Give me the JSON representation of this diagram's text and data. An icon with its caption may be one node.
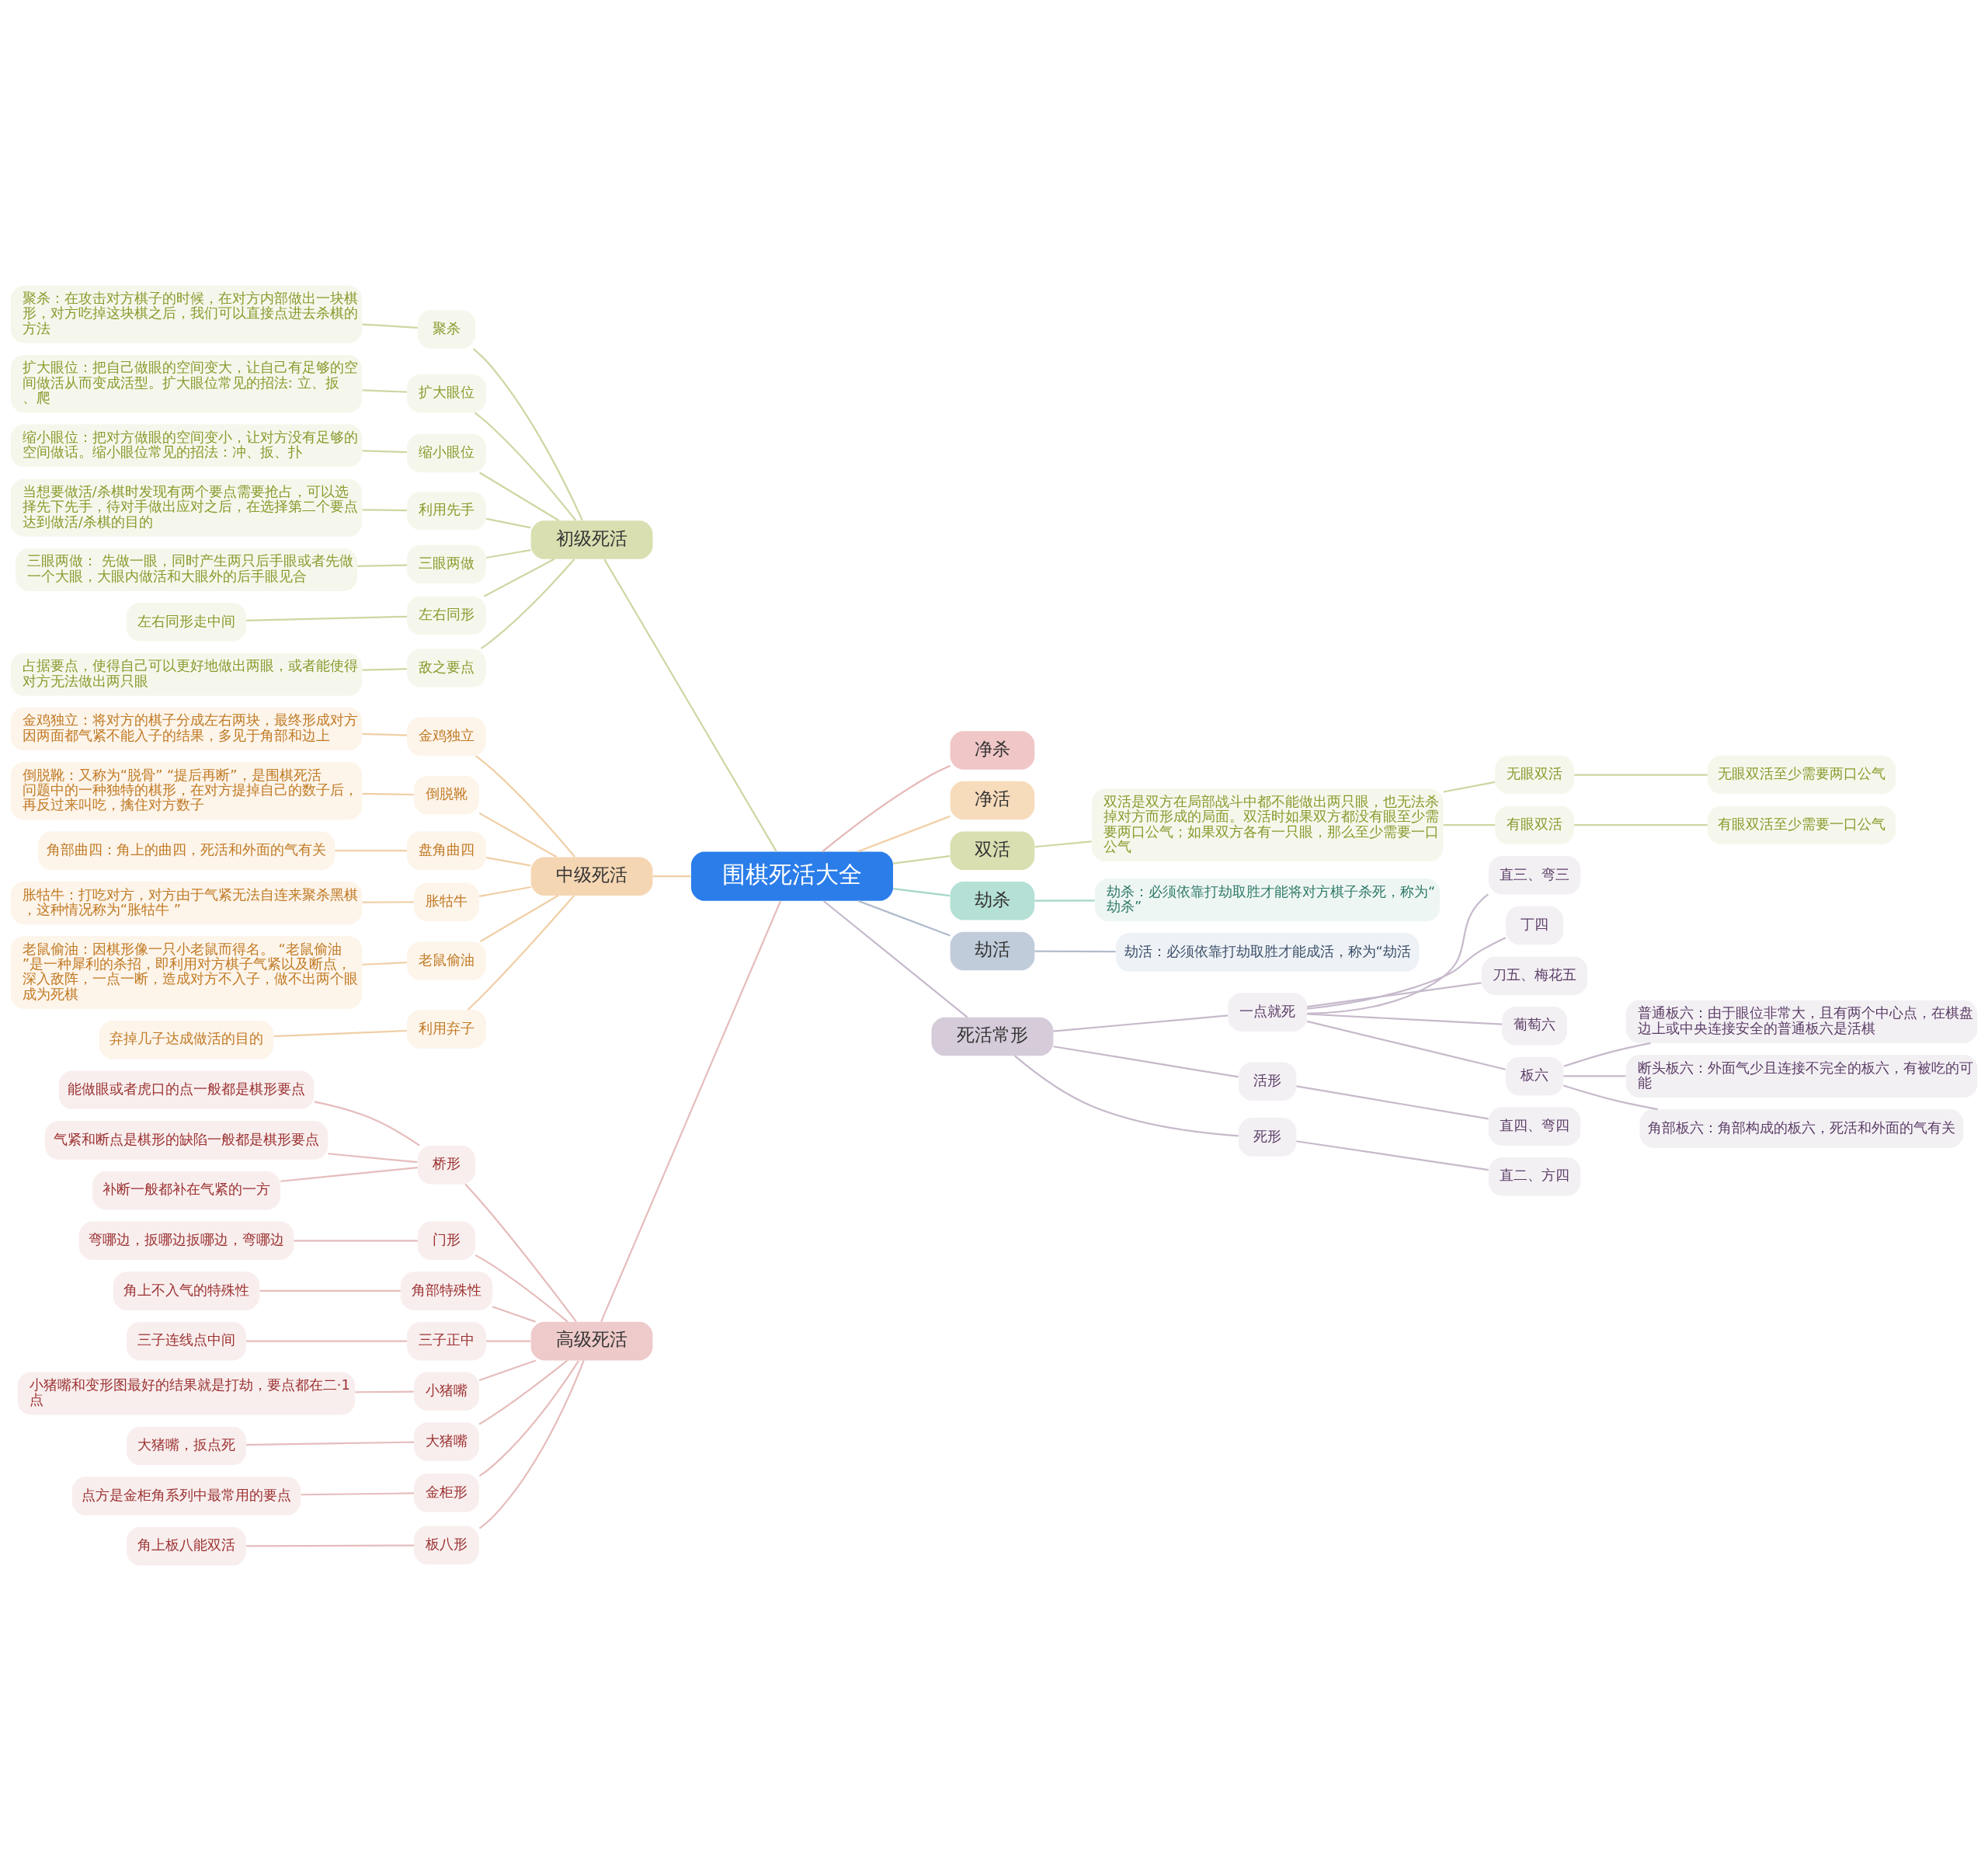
{
  "diagram": {
    "nodes": [
      {
        "text": [
          "围棋死活大全"
        ]
      },
      {
        "text": [
          "初级死活"
        ]
      },
      {
        "text": [
          "聚杀"
        ]
      },
      {
        "text": [
          "聚杀：在攻击对方棋子的时候，在对方内部做出一块棋形，对方吃掉这块棋之后，我们可以直接点进去杀棋的方法"
        ]
      },
      {
        "text": [
          "扩大眼位"
        ]
      },
      {
        "text": [
          "扩大眼位：把自己做眼的空间变大，让自己有足够的空间做活从而变成活型。扩大眼位常见的招法: 立、扳、爬"
        ]
      },
      {
        "text": [
          "缩小眼位"
        ]
      },
      {
        "text": [
          "缩小眼位：把对方做眼的空间变小，让对方没有足够的空间做话。缩小眼位常见的招法：冲、扳、扑"
        ]
      },
      {
        "text": [
          "利用先手"
        ]
      },
      {
        "text": [
          "当想要做活/杀棋时发现有两个要点需要抢占，可以选择先下先手，待对手做出应对之后，在选择第二个要点达到做活/杀棋的目的"
        ]
      },
      {
        "text": [
          "三眼两做"
        ]
      },
      {
        "text": [
          "三眼两做： 先做一眼，同时产生两只后手眼或者先做一个大眼，大眼内做活和大眼外的后手眼见合"
        ]
      },
      {
        "text": [
          "左右同形"
        ]
      },
      {
        "text": [
          "左右同形走中间"
        ]
      },
      {
        "text": [
          "敌之要点"
        ]
      },
      {
        "text": [
          "占据要点，使得自己可以更好地做出两眼，或者能使得对方无法做出两只眼"
        ]
      },
      {
        "text": [
          "中级死活"
        ]
      },
      {
        "text": [
          "金鸡独立"
        ]
      },
      {
        "text": [
          "金鸡独立：将对方的棋子分成左右两块，最终形成对方因两面都气紧不能入子的结果，多见于角部和边上"
        ]
      },
      {
        "text": [
          "倒脱靴"
        ]
      },
      {
        "text": [
          "倒脱靴：又称为“脱骨” “提后再断”，是围棋死活问题中的一种独特的棋形，在对方提掉自己的数子后，再反过来叫吃，擒住对方数子"
        ]
      },
      {
        "text": [
          "盘角曲四"
        ]
      },
      {
        "text": [
          "角部曲四：角上的曲四，死活和外面的气有关"
        ]
      },
      {
        "text": [
          "胀牯牛"
        ]
      },
      {
        "text": [
          "胀牯牛：打吃对方，对方由于气紧无法自连来聚杀黑棋，这种情况称为“胀牯牛 ”"
        ]
      },
      {
        "text": [
          "老鼠偷油"
        ]
      },
      {
        "text": [
          "老鼠偷油：因棋形像一只小老鼠而得名。 “老鼠偷油”是一种犀利的杀招，即利用对方棋子气紧以及断点，深入敌阵，一点一断，造成对方不入子，做不出两个眼成为死棋"
        ]
      },
      {
        "text": [
          "利用弃子"
        ]
      },
      {
        "text": [
          "弃掉几子达成做活的目的"
        ]
      },
      {
        "text": [
          "高级死活"
        ]
      },
      {
        "text": [
          "桥形"
        ]
      },
      {
        "text": [
          "能做眼或者虎口的点一般都是棋形要点"
        ]
      },
      {
        "text": [
          "气紧和断点是棋形的缺陷一般都是棋形要点"
        ]
      },
      {
        "text": [
          "补断一般都补在气紧的一方"
        ]
      },
      {
        "text": [
          "门形"
        ]
      },
      {
        "text": [
          "弯哪边，扳哪边扳哪边，弯哪边"
        ]
      },
      {
        "text": [
          "角部特殊性"
        ]
      },
      {
        "text": [
          "角上不入气的特殊性"
        ]
      },
      {
        "text": [
          "三子正中"
        ]
      },
      {
        "text": [
          "三子连线点中间"
        ]
      },
      {
        "text": [
          "小猪嘴"
        ]
      },
      {
        "text": [
          "小猪嘴和变形图最好的结果就是打劫，要点都在二·1点"
        ]
      },
      {
        "text": [
          "大猪嘴"
        ]
      },
      {
        "text": [
          "大猪嘴，扳点死"
        ]
      },
      {
        "text": [
          "金柜形"
        ]
      },
      {
        "text": [
          "点方是金柜角系列中最常用的要点"
        ]
      },
      {
        "text": [
          "板八形"
        ]
      },
      {
        "text": [
          "角上板八能双活"
        ]
      },
      {
        "text": [
          "净杀"
        ]
      },
      {
        "text": [
          "净活"
        ]
      },
      {
        "text": [
          "双活"
        ]
      },
      {
        "text": [
          "双活是双方在局部战斗中都不能做出两只眼，也无法杀掉对方而形成的局面。双活时如果双方都没有眼至少需要两口公气；如果双方各有一只眼，那么至少需要一口公气"
        ]
      },
      {
        "text": [
          "无眼双活"
        ]
      },
      {
        "text": [
          "无眼双活至少需要两口公气"
        ]
      },
      {
        "text": [
          "有眼双活"
        ]
      },
      {
        "text": [
          "有眼双活至少需要一口公气"
        ]
      },
      {
        "text": [
          "劫杀"
        ]
      },
      {
        "text": [
          "劫杀：必须依靠打劫取胜才能将对方棋子杀死，称为“劫杀”"
        ]
      },
      {
        "text": [
          "劫活"
        ]
      },
      {
        "text": [
          "劫活：必须依靠打劫取胜才能成活，称为“劫活"
        ]
      },
      {
        "text": [
          "死活常形"
        ]
      },
      {
        "text": [
          "一点就死"
        ]
      },
      {
        "text": [
          "直三、弯三"
        ]
      },
      {
        "text": [
          "丁四"
        ]
      },
      {
        "text": [
          "刀五、梅花五"
        ]
      },
      {
        "text": [
          "葡萄六"
        ]
      },
      {
        "text": [
          "板六"
        ]
      },
      {
        "text": [
          "普通板六：由于眼位非常大，且有两个中心点，在棋盘边上或中央连接安全的普通板六是活棋"
        ]
      },
      {
        "text": [
          "断头板六：外面气少且连接不完全的板六，有被吃的可能"
        ]
      },
      {
        "text": [
          "角部板六：角部构成的板六，死活和外面的气有关"
        ]
      },
      {
        "text": [
          "活形"
        ]
      },
      {
        "text": [
          "直四、弯四"
        ]
      },
      {
        "text": [
          "死形"
        ]
      },
      {
        "text": [
          "直二、方四"
        ]
      }
    ],
    "edges": [
      {
        "from": 0,
        "to": 1,
        "arrow": "none",
        "color": "#cfd6a3"
      },
      {
        "from": 1,
        "to": 2,
        "arrow": "none",
        "color": "#cfd6a3"
      },
      {
        "from": 2,
        "to": 3,
        "arrow": "none",
        "color": "#cfd6a3"
      },
      {
        "from": 1,
        "to": 4,
        "arrow": "none",
        "color": "#cfd6a3"
      },
      {
        "from": 4,
        "to": 5,
        "arrow": "none",
        "color": "#cfd6a3"
      },
      {
        "from": 1,
        "to": 6,
        "arrow": "none",
        "color": "#cfd6a3"
      },
      {
        "from": 6,
        "to": 7,
        "arrow": "none",
        "color": "#cfd6a3"
      },
      {
        "from": 1,
        "to": 8,
        "arrow": "none",
        "color": "#cfd6a3"
      },
      {
        "from": 8,
        "to": 9,
        "arrow": "none",
        "color": "#cfd6a3"
      },
      {
        "from": 1,
        "to": 10,
        "arrow": "none",
        "color": "#cfd6a3"
      },
      {
        "from": 10,
        "to": 11,
        "arrow": "none",
        "color": "#cfd6a3"
      },
      {
        "from": 1,
        "to": 12,
        "arrow": "none",
        "color": "#cfd6a3"
      },
      {
        "from": 12,
        "to": 13,
        "arrow": "none",
        "color": "#cfd6a3"
      },
      {
        "from": 1,
        "to": 14,
        "arrow": "none",
        "color": "#cfd6a3"
      },
      {
        "from": 14,
        "to": 15,
        "arrow": "none",
        "color": "#cfd6a3"
      },
      {
        "from": 0,
        "to": 16,
        "arrow": "none",
        "color": "#f0cfa6"
      },
      {
        "from": 16,
        "to": 17,
        "arrow": "none",
        "color": "#f0cfa6"
      },
      {
        "from": 17,
        "to": 18,
        "arrow": "none",
        "color": "#f0cfa6"
      },
      {
        "from": 16,
        "to": 19,
        "arrow": "none",
        "color": "#f0cfa6"
      },
      {
        "from": 19,
        "to": 20,
        "arrow": "none",
        "color": "#f0cfa6"
      },
      {
        "from": 16,
        "to": 21,
        "arrow": "none",
        "color": "#f0cfa6"
      },
      {
        "from": 21,
        "to": 22,
        "arrow": "none",
        "color": "#f0cfa6"
      },
      {
        "from": 16,
        "to": 23,
        "arrow": "none",
        "color": "#f0cfa6"
      },
      {
        "from": 23,
        "to": 24,
        "arrow": "none",
        "color": "#f0cfa6"
      },
      {
        "from": 16,
        "to": 25,
        "arrow": "none",
        "color": "#f0cfa6"
      },
      {
        "from": 25,
        "to": 26,
        "arrow": "none",
        "color": "#f0cfa6"
      },
      {
        "from": 16,
        "to": 27,
        "arrow": "none",
        "color": "#f0cfa6"
      },
      {
        "from": 27,
        "to": 28,
        "arrow": "none",
        "color": "#f0cfa6"
      },
      {
        "from": 0,
        "to": 29,
        "arrow": "none",
        "color": "#e6bcbc"
      },
      {
        "from": 29,
        "to": 30,
        "arrow": "none",
        "color": "#e6bcbc"
      },
      {
        "from": 30,
        "to": 31,
        "arrow": "none",
        "color": "#e6bcbc"
      },
      {
        "from": 30,
        "to": 32,
        "arrow": "none",
        "color": "#e6bcbc"
      },
      {
        "from": 30,
        "to": 33,
        "arrow": "none",
        "color": "#e6bcbc"
      },
      {
        "from": 29,
        "to": 34,
        "arrow": "none",
        "color": "#e6bcbc"
      },
      {
        "from": 34,
        "to": 35,
        "arrow": "none",
        "color": "#e6bcbc"
      },
      {
        "from": 29,
        "to": 36,
        "arrow": "none",
        "color": "#e6bcbc"
      },
      {
        "from": 36,
        "to": 37,
        "arrow": "none",
        "color": "#e6bcbc"
      },
      {
        "from": 29,
        "to": 38,
        "arrow": "none",
        "color": "#e6bcbc"
      },
      {
        "from": 38,
        "to": 39,
        "arrow": "none",
        "color": "#e6bcbc"
      },
      {
        "from": 29,
        "to": 40,
        "arrow": "none",
        "color": "#e6bcbc"
      },
      {
        "from": 40,
        "to": 41,
        "arrow": "none",
        "color": "#e6bcbc"
      },
      {
        "from": 29,
        "to": 42,
        "arrow": "none",
        "color": "#e6bcbc"
      },
      {
        "from": 42,
        "to": 43,
        "arrow": "none",
        "color": "#e6bcbc"
      },
      {
        "from": 29,
        "to": 44,
        "arrow": "none",
        "color": "#e6bcbc"
      },
      {
        "from": 44,
        "to": 45,
        "arrow": "none",
        "color": "#e6bcbc"
      },
      {
        "from": 29,
        "to": 46,
        "arrow": "none",
        "color": "#e6bcbc"
      },
      {
        "from": 46,
        "to": 47,
        "arrow": "none",
        "color": "#e6bcbc"
      },
      {
        "from": 0,
        "to": 48,
        "arrow": "none",
        "color": "#e6b8b8"
      },
      {
        "from": 0,
        "to": 49,
        "arrow": "none",
        "color": "#f2d0a8"
      },
      {
        "from": 0,
        "to": 50,
        "arrow": "none",
        "color": "#cfd6a3"
      },
      {
        "from": 50,
        "to": 51,
        "arrow": "none",
        "color": "#cfd6a3"
      },
      {
        "from": 51,
        "to": 52,
        "arrow": "none",
        "color": "#cfd6a3"
      },
      {
        "from": 52,
        "to": 53,
        "arrow": "none",
        "color": "#cfd6a3"
      },
      {
        "from": 51,
        "to": 54,
        "arrow": "none",
        "color": "#cfd6a3"
      },
      {
        "from": 54,
        "to": 55,
        "arrow": "none",
        "color": "#cfd6a3"
      },
      {
        "from": 0,
        "to": 56,
        "arrow": "none",
        "color": "#a3d6c9"
      },
      {
        "from": 56,
        "to": 57,
        "arrow": "none",
        "color": "#a3d6c9"
      },
      {
        "from": 0,
        "to": 58,
        "arrow": "none",
        "color": "#b0bccd"
      },
      {
        "from": 58,
        "to": 59,
        "arrow": "none",
        "color": "#b0bccd"
      },
      {
        "from": 0,
        "to": 60,
        "arrow": "none",
        "color": "#c6b9cb"
      },
      {
        "from": 60,
        "to": 61,
        "arrow": "none",
        "color": "#c6b9cb"
      },
      {
        "from": 61,
        "to": 62,
        "arrow": "none",
        "color": "#c6b9cb"
      },
      {
        "from": 61,
        "to": 63,
        "arrow": "none",
        "color": "#c6b9cb"
      },
      {
        "from": 61,
        "to": 64,
        "arrow": "none",
        "color": "#c6b9cb"
      },
      {
        "from": 61,
        "to": 65,
        "arrow": "none",
        "color": "#c6b9cb"
      },
      {
        "from": 61,
        "to": 66,
        "arrow": "none",
        "color": "#c6b9cb"
      },
      {
        "from": 66,
        "to": 67,
        "arrow": "none",
        "color": "#c6b9cb"
      },
      {
        "from": 66,
        "to": 68,
        "arrow": "none",
        "color": "#c6b9cb"
      },
      {
        "from": 66,
        "to": 69,
        "arrow": "none",
        "color": "#c6b9cb"
      },
      {
        "from": 60,
        "to": 70,
        "arrow": "none",
        "color": "#c6b9cb"
      },
      {
        "from": 70,
        "to": 71,
        "arrow": "none",
        "color": "#c6b9cb"
      },
      {
        "from": 60,
        "to": 72,
        "arrow": "none",
        "color": "#c6b9cb"
      },
      {
        "from": 72,
        "to": 73,
        "arrow": "none",
        "color": "#c6b9cb"
      }
    ]
  }
}
